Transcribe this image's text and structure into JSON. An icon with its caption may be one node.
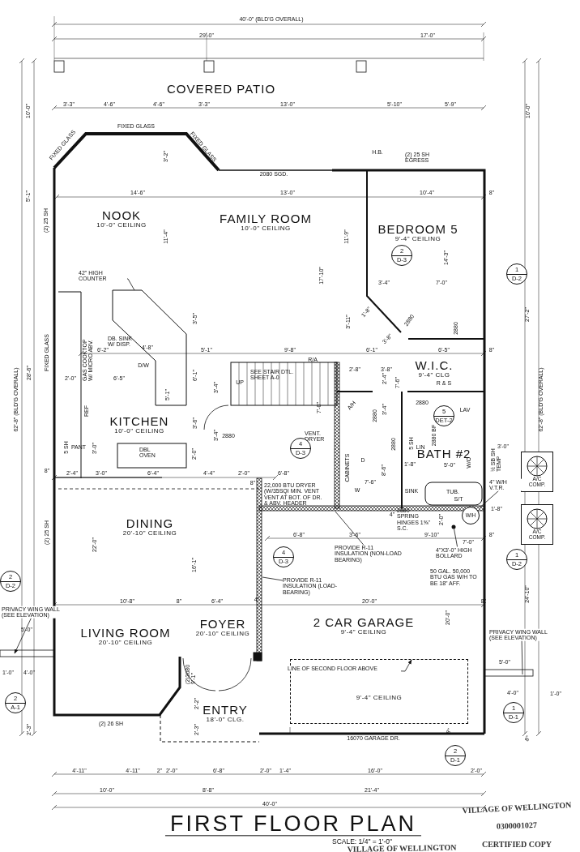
{
  "diagram": {
    "title": "FIRST FLOOR PLAN",
    "caption": "SCALE: 1/4\" = 1'-0\"",
    "nodes": [
      {
        "text": [
          "COVERED PATIO"
        ]
      },
      {
        "text": [
          "NOOK",
          "10'-0\" CEILING"
        ]
      },
      {
        "text": [
          "FAMILY ROOM",
          "10'-0\" CEILING"
        ]
      },
      {
        "text": [
          "BEDROOM 5",
          "9'-4\" CEILING"
        ]
      },
      {
        "text": [
          "2",
          "D-3"
        ]
      },
      {
        "text": [
          "1",
          "D-2"
        ]
      },
      {
        "text": [
          "42\" HIGH COUNTER"
        ]
      },
      {
        "text": [
          "KITCHEN",
          "10'-0\" CEILING"
        ]
      },
      {
        "text": [
          "W.I.C.",
          "9'-4\" CLG"
        ]
      },
      {
        "text": [
          "4",
          "D-3"
        ]
      },
      {
        "text": [
          "5",
          "DET-2"
        ]
      },
      {
        "text": [
          "BATH #2"
        ]
      },
      {
        "text": [
          "A/C COMP."
        ]
      },
      {
        "text": [
          "A/C COMP."
        ]
      },
      {
        "text": [
          "4\" W/H V.T.R."
        ]
      },
      {
        "text": [
          "DINING",
          "20'-10\" CEILING"
        ]
      },
      {
        "text": [
          "4",
          "D-3"
        ]
      },
      {
        "text": [
          "PROVIDE R-11 INSULATION (NON-LOAD BEARING)"
        ]
      },
      {
        "text": [
          "4\"X3'-0\" HIGH BOLLARD"
        ]
      },
      {
        "text": [
          "1",
          "D-2"
        ]
      },
      {
        "text": [
          "PROVIDE R-11 INSULATION (LOAD-BEARING)"
        ]
      },
      {
        "text": [
          "2",
          "D-2"
        ]
      },
      {
        "text": [
          "PRIVACY WING WALL (SEE ELEVATION)"
        ]
      },
      {
        "text": [
          "LIVING ROOM",
          "20'-10\" CEILING"
        ]
      },
      {
        "text": [
          "FOYER",
          "20'-10\" CEILING"
        ]
      },
      {
        "text": [
          "2 CAR GARAGE",
          "9'-4\" CEILING"
        ]
      },
      {
        "text": [
          "PRIVACY WING WALL (SEE ELEVATION)"
        ]
      },
      {
        "text": [
          "9'-4\" CEILING"
        ]
      },
      {
        "text": [
          "LINE OF SECOND FLOOR ABOVE"
        ],
        "in": 27
      },
      {
        "text": [
          "2",
          "A-1"
        ]
      },
      {
        "text": [
          "ENTRY",
          "18'-0\" CLG."
        ]
      },
      {
        "text": [
          "1",
          "D-1"
        ]
      },
      {
        "text": [
          "2",
          "D-1"
        ]
      },
      {
        "text": [
          "W/H"
        ]
      },
      {
        "text": [],
        "shape": "circle"
      }
    ],
    "edges": [
      {
        "from": 6,
        "to": null,
        "arrow": "none"
      },
      {
        "from": 14,
        "to": 33,
        "arrow": "none"
      },
      {
        "from": 17,
        "to": null,
        "arrow": "none"
      },
      {
        "from": 18,
        "to": 34,
        "arrow": "none"
      },
      {
        "from": 20,
        "to": null,
        "arrow": "none"
      },
      {
        "from": 22,
        "to": null,
        "arrow": "to"
      },
      {
        "from": 26,
        "to": null,
        "arrow": "none"
      },
      {
        "from": 28,
        "to": 27,
        "arrow": "to"
      }
    ],
    "labels": [
      "40'-0\" (BLD'G OVERALL)",
      "29'-0\"",
      "17'-0\"",
      "10'-0\"",
      "10'-0\"",
      "3'-3\"",
      "4'-6\"",
      "4'-6\"",
      "3'-3\"",
      "13'-0\"",
      "5'-10\"",
      "5'-9\"",
      "FIXED GLASS",
      "FIXED GLASS",
      "FIXED GLASS",
      "3'-2\"",
      "H.B.",
      "(2) 25 SH EGRESS",
      "2080 SGD.",
      "14'-6\"",
      "13'-0\"",
      "10'-4\"",
      "8\"",
      "5'-1\"",
      "(2) 25 SH",
      "11'-4\"",
      "11'-9\"",
      "17'-10\"",
      "14'-3\"",
      "3'-4\"",
      "7'-0\"",
      "3'-5\"",
      "3'-11\"",
      "1'-8\"",
      "3'-8\"",
      "2880",
      "2880",
      "27'-2\"",
      "28'-6\"",
      "62'-8\" (BLD'G OVERALL)",
      "FIXED GLASS",
      "GAS COOKTOP W/ MICRO ABV.",
      "DB. SINK W/ DISP.",
      "6'-2\"",
      "4'-8\"",
      "5'-1\"",
      "9'-8\"",
      "6'-1\"",
      "6'-5\"",
      "8\"",
      "R/A",
      "D/W",
      "2'-8\"",
      "3'-8\"",
      "2'-0\"",
      "6'-5\"",
      "6'-1\"",
      "UP",
      "SEE STAIR DTL. SHEET A-0",
      "2'-4\"",
      "7'-6\"",
      "R & S",
      "3'-4\"",
      "5'-1\"",
      "REF",
      "7'-0\"",
      "A/H",
      "3'-4\"",
      "2880",
      "LAV",
      "62'-8\" (BLD'G OVERALL)",
      "2880",
      "3'-6\"",
      "3'-4\"",
      "2880",
      "VENT. DRYER",
      "2880 BF",
      "2880",
      "5 SH",
      "LIN",
      "3'-0\"",
      "5 SH",
      "PANT",
      "3'-0\"",
      "DBL OVEN",
      "2'-0\"",
      "½ SB SH TEMP",
      "D",
      "W/C",
      "1'-8\"",
      "5'-0\"",
      "CABINETS",
      "8'-6\"",
      "8\"",
      "2'-4\"",
      "3'-0\"",
      "6'-4\"",
      "4'-4\"",
      "2'-0\"",
      "8\"",
      "6'-8\"",
      "7'-6\"",
      "22,000 BTU DRYER (W/35SQI MIN. VENT VENT AT BOT. OF DR. & ABV. HEADER",
      "W",
      "SINK",
      "TUB.",
      "S/T",
      "1'-8\"",
      "4\"",
      "2880 SPRING HINGES 1⅝\" S.C.",
      "2'-0\"",
      "(2) 25 SH",
      "6'-8\"",
      "3'-6\"",
      "9'-10\"",
      "8\"",
      "7'-0\"",
      "22'-0\"",
      "16'-1\"",
      "50 GAL. 50,000 BTU GAS W/H TO BE 18\" AFF.",
      "24'-10\"",
      "10'-8\"",
      "8\"",
      "6'-4\"",
      "4\"",
      "20'-0\"",
      "8\"",
      "20'-0\"",
      "5'-0\"",
      "(2)3080 9'-1\"",
      "1'-0\"",
      "4'-0\"",
      "5'-0\"",
      "4'-0\"",
      "1'-0\"",
      "2'-2\"",
      "(2) 26 SH",
      "2'-3\"",
      "2'-3\"",
      "8\"",
      "16070 GARAGE DR.",
      "8\"",
      "4'-11\"",
      "4'-11\"",
      "2\"",
      "2'-0\"",
      "6'-8\"",
      "2'-0\"",
      "1'-4\"",
      "16'-0\"",
      "2'-0\"",
      "10'-0\"",
      "8'-8\"",
      "21'-4\"",
      "40'-0\"",
      "VILLAGE OF WELLINGTON",
      "0300001027",
      "CERTIFIED COPY",
      "VILLAGE OF WELLINGTON"
    ]
  }
}
